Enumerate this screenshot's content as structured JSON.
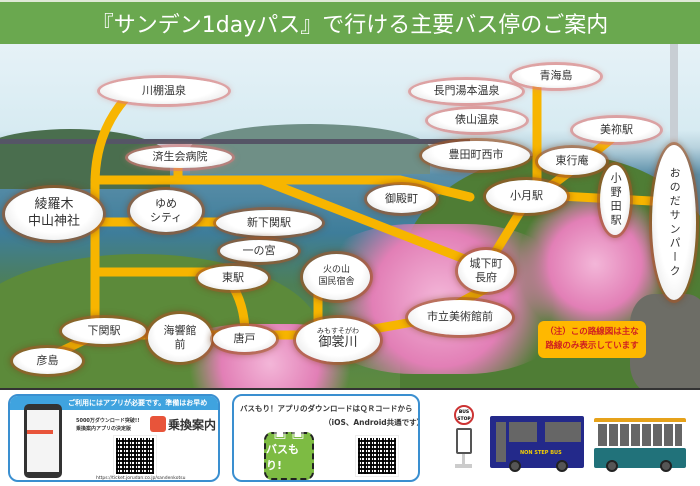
{
  "title": "『サンデン1dayパス』で行ける主要バス停のご案内",
  "stops": {
    "kawatana": "川棚温泉",
    "saiseikai": "済生会病院",
    "ayaragi": "綾羅木\n中山神社",
    "yume": "ゆめ\nシティ",
    "shinshimo": "新下関駅",
    "ichinomiya": "一の宮",
    "higashi": "東駅",
    "shimonoseki": "下関駅",
    "hikoshima": "彦島",
    "kaikyokan": "海響館\n前",
    "karato": "唐戸",
    "hinoyama": "火の山\n国民宿舎",
    "mimosuso_ruby": "みもすそがわ",
    "mimosuso": "御裳川",
    "goten": "御殿町",
    "bijutsukan": "市立美術館前",
    "chofu": "城下町\n長府",
    "ozuki": "小月駅",
    "toyota": "豊田町西市",
    "togyoan": "東行庵",
    "tawarayama": "俵山温泉",
    "yumoto": "長門湯本温泉",
    "omijima": "青海島",
    "mine": "美祢駅",
    "onoda": "小野田駅",
    "sunpark": "おのだサンパーク"
  },
  "note": {
    "line1": "（注）この路線図は主な",
    "line2": "路線のみ表示しています"
  },
  "app1": {
    "header": "ご利用にはアプリが必要です。準備はお早めに！",
    "tag1": "5000万ダウンロード突破!!",
    "tag2": "乗換案内アプリの決定版",
    "brand": "乗換案内",
    "url": "https://ticket.jorudan.co.jp/sandenkotsu"
  },
  "app2": {
    "line1": "バスもり！アプリのダウンロードはＱＲコードから",
    "line2": "（iOS、Android共通です）",
    "app_name": "バスもり!"
  },
  "busstop": {
    "sign": "BUS STOP"
  },
  "bus": {
    "label": "NON STEP BUS"
  },
  "colors": {
    "title_bg": "#6aa84f",
    "route": "#f7b500",
    "note_bg": "#ffb800",
    "card_border": "#3a8fd0"
  }
}
